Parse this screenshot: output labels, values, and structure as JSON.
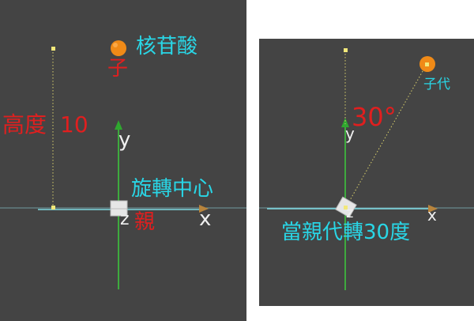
{
  "colors": {
    "background": "#444444",
    "axis_x": "#7ed8e0",
    "axis_y": "#3ccc3c",
    "axis_x_arrow": "#b8843c",
    "axis_y_arrow": "#2fa82f",
    "label_cyan": "#29d6e6",
    "label_red": "#e01f1f",
    "label_white": "#f0f0f0",
    "child_ball": "#f08a17",
    "guide_dots": "#d9d06b",
    "parent_box": "#e6e6e6"
  },
  "left_panel": {
    "child_name": "核苷酸",
    "child_label": "子",
    "height_label": "高度",
    "height_value": "10",
    "pivot_label": "旋轉中心",
    "parent_label": "親",
    "axis_x": "x",
    "axis_y": "y",
    "axis_z": "z"
  },
  "right_panel": {
    "child_label": "子代",
    "angle_label": "30°",
    "rotation_caption": "當親代轉30度",
    "axis_x": "x",
    "axis_y": "y",
    "axis_z": "z"
  }
}
